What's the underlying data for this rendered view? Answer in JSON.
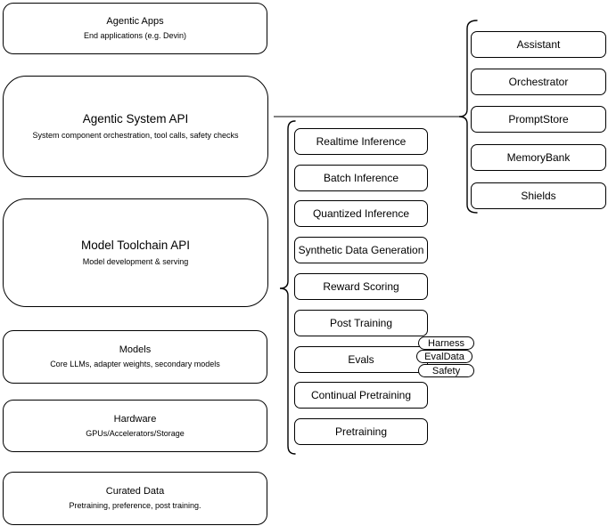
{
  "diagram": {
    "stack": [
      {
        "title": "Agentic Apps",
        "subtitle": "End applications (e.g. Devin)"
      },
      {
        "title": "Agentic System API",
        "subtitle": "System component orchestration, tool calls, safety checks"
      },
      {
        "title": "Model Toolchain API",
        "subtitle": "Model development & serving"
      },
      {
        "title": "Models",
        "subtitle": "Core LLMs, adapter weights, secondary models"
      },
      {
        "title": "Hardware",
        "subtitle": "GPUs/Accelerators/Storage"
      },
      {
        "title": "Curated Data",
        "subtitle": "Pretraining, preference, post training."
      }
    ],
    "toolchain_items": [
      "Realtime Inference",
      "Batch Inference",
      "Quantized Inference",
      "Synthetic Data Generation",
      "Reward Scoring",
      "Post Training",
      "Evals",
      "Continual Pretraining",
      "Pretraining"
    ],
    "eval_tags": [
      "Harness",
      "EvalData",
      "Safety"
    ],
    "system_components": [
      "Assistant",
      "Orchestrator",
      "PromptStore",
      "MemoryBank",
      "Shields"
    ],
    "colors": {
      "background": "#ffffff",
      "shape_border": "#000000",
      "text": "#000000",
      "connector_line": "#595959"
    }
  }
}
